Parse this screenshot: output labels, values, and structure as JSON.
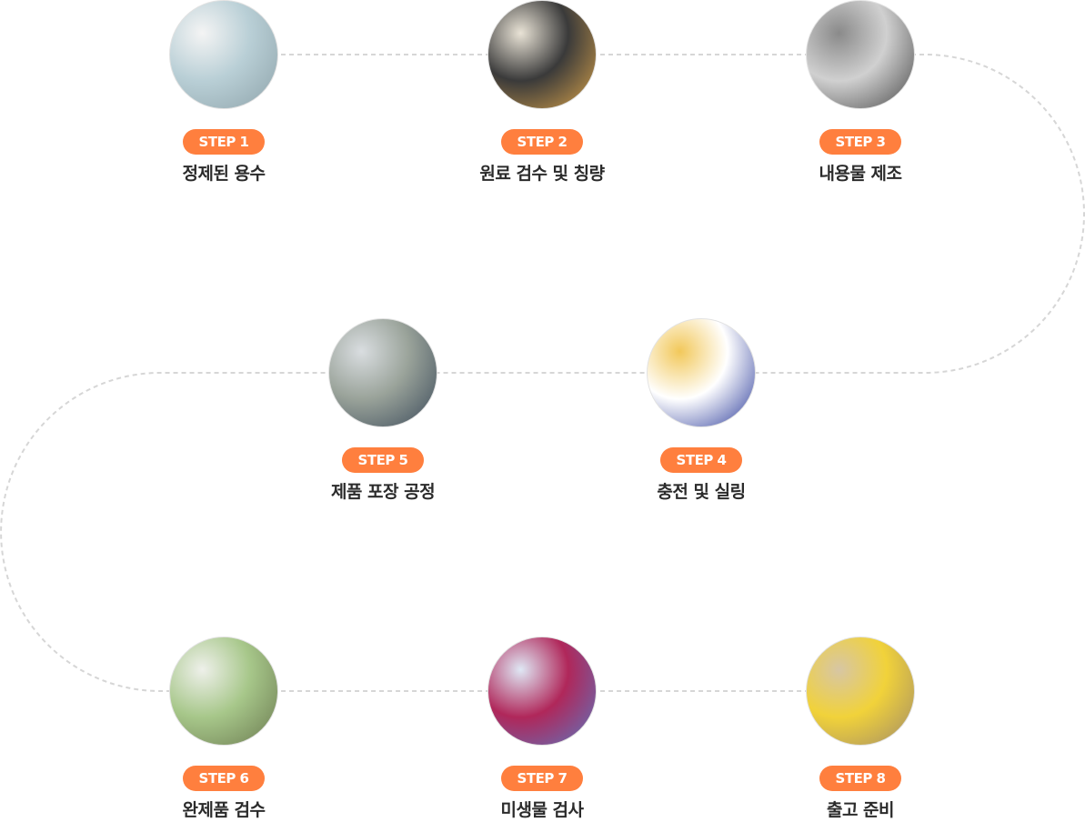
{
  "steps": [
    {
      "badge": "STEP 1",
      "label": "정제된 용수",
      "photo_colors": [
        "#f4f4f4",
        "#b9cfd6",
        "#8ea3aa"
      ]
    },
    {
      "badge": "STEP 2",
      "label": "원료 검수 및 칭량",
      "photo_colors": [
        "#e9e3d6",
        "#3a3a3a",
        "#d8a24a"
      ]
    },
    {
      "badge": "STEP 3",
      "label": "내용물 제조",
      "photo_colors": [
        "#8a8a8a",
        "#d0d0d0",
        "#4a4a4a"
      ]
    },
    {
      "badge": "STEP 4",
      "label": "충전 및 실링",
      "photo_colors": [
        "#f2c85a",
        "#ffffff",
        "#2a3a9a"
      ]
    },
    {
      "badge": "STEP 5",
      "label": "제품 포장 공정",
      "photo_colors": [
        "#d9dde0",
        "#9aa39a",
        "#3b4a5a"
      ]
    },
    {
      "badge": "STEP 6",
      "label": "완제품 검수",
      "photo_colors": [
        "#eef0ea",
        "#a7c78a",
        "#6b7a50"
      ]
    },
    {
      "badge": "STEP 7",
      "label": "미생물 검사",
      "photo_colors": [
        "#dfe8f5",
        "#b0275a",
        "#5a77c0"
      ]
    },
    {
      "badge": "STEP 8",
      "label": "출고 준비",
      "photo_colors": [
        "#d7c6a4",
        "#f1d23a",
        "#a18b68"
      ]
    }
  ],
  "accent": "#ff7f3e"
}
